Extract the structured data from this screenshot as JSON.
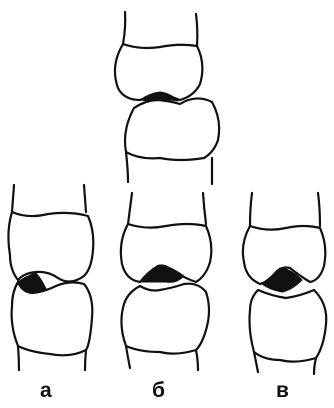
{
  "labels": {
    "a": "а",
    "b": "б",
    "c": "в"
  },
  "colors": {
    "outline": "#111111",
    "background": "#ffffff"
  }
}
